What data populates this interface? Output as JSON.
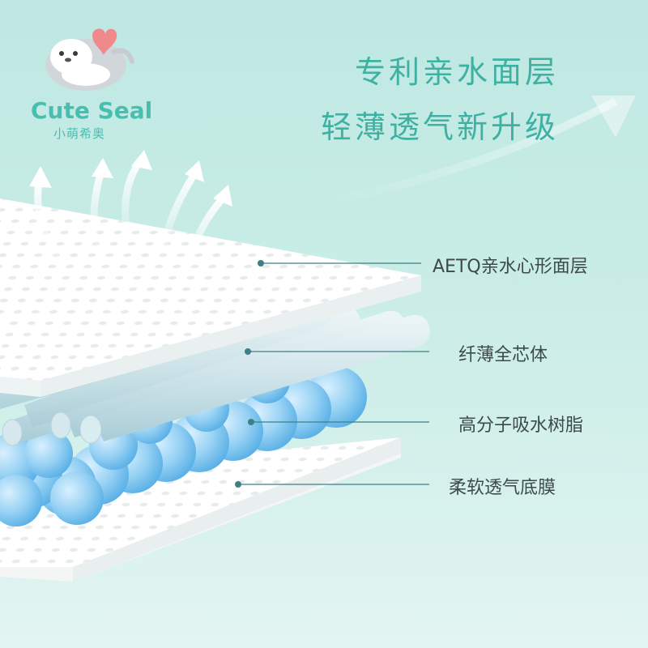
{
  "brand": {
    "name_en": "Cute Seal",
    "name_cn": "小萌希奥",
    "logo_icon": "seal-with-heart-icon"
  },
  "headline": {
    "line1": "专利亲水面层",
    "line2": "轻薄透气新升级"
  },
  "layers": [
    {
      "label": "AETQ亲水心形面层"
    },
    {
      "label": "纤薄全芯体"
    },
    {
      "label": "高分子吸水树脂"
    },
    {
      "label": "柔软透气底膜"
    }
  ],
  "colors": {
    "accent": "#47bfb0",
    "background": "#c8ece6",
    "label_text": "#3c4a4c",
    "bead": "#8cc9f0"
  }
}
